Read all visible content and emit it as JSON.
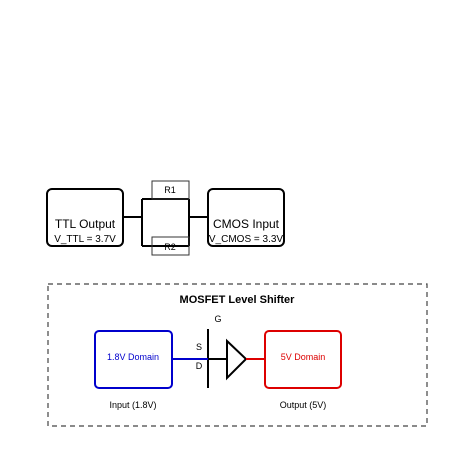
{
  "ttl_box": {
    "title": "TTL Output",
    "subtitle": "V_TTL = 3.7V"
  },
  "cmos_box": {
    "title": "CMOS Input",
    "subtitle": "V_CMOS = 3.3V"
  },
  "resistors": {
    "top": "R1",
    "bottom": "R2"
  },
  "mosfet_section": {
    "title": "MOSFET Level Shifter",
    "gate_label": "G",
    "source_label": "S",
    "drain_label": "D",
    "input_box": "1.8V Domain",
    "output_box": "5V Domain",
    "input_caption": "Input (1.8V)",
    "output_caption": "Output (5V)"
  },
  "colors": {
    "input_domain": "#0000cc",
    "output_domain": "#dd0000",
    "line": "#000000"
  }
}
